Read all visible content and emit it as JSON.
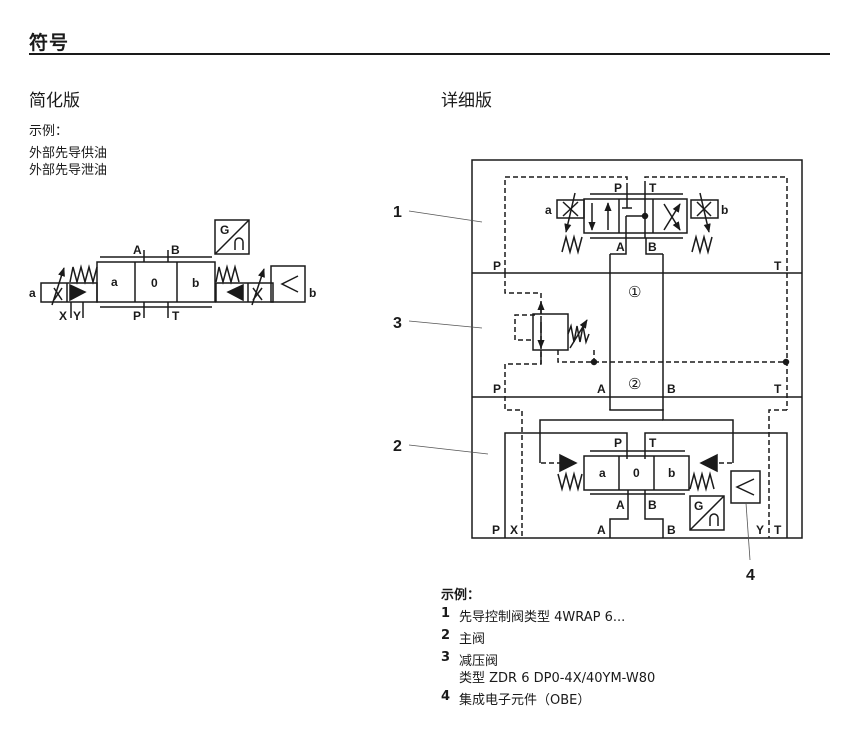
{
  "page": {
    "title": "符号",
    "simplified": {
      "heading": "简化版",
      "example_label": "示例：",
      "lines": [
        "外部先导供油",
        "外部先导泄油"
      ],
      "symbol": {
        "left_solenoid_label": "a",
        "right_solenoid_label": "b",
        "positions": [
          "a",
          "0",
          "b"
        ],
        "top_ports": [
          "A",
          "B"
        ],
        "bottom_ports": [
          "P",
          "T"
        ],
        "pilot_ports": [
          "X",
          "Y"
        ],
        "obe_label": "G"
      }
    },
    "detailed": {
      "heading": "详细版",
      "callouts": [
        "1",
        "3",
        "2",
        "4"
      ],
      "pilot_valve": {
        "labels": {
          "a": "a",
          "b": "b",
          "P": "P",
          "T": "T",
          "A": "A",
          "B": "B"
        }
      },
      "layer1_ports": {
        "P": "P",
        "T": "T"
      },
      "layer2": {
        "circle1": "①",
        "circle2": "②",
        "P": "P",
        "A": "A",
        "B": "B",
        "T": "T"
      },
      "main_valve": {
        "positions": [
          "a",
          "0",
          "b"
        ],
        "labels": {
          "P": "P",
          "T": "T",
          "A": "A",
          "B": "B"
        },
        "obe_label": "G"
      },
      "bottom_ports": [
        "P",
        "X",
        "A",
        "B",
        "Y",
        "T"
      ]
    },
    "legend": {
      "title": "示例：",
      "items": [
        {
          "num": "1",
          "text": "先导控制阀类型 4WRAP 6..."
        },
        {
          "num": "2",
          "text": "主阀"
        },
        {
          "num": "3",
          "text": "减压阀",
          "sub": "类型 ZDR 6 DP0-4X/40YM-W80"
        },
        {
          "num": "4",
          "text": "集成电子元件（OBE）"
        }
      ]
    }
  }
}
